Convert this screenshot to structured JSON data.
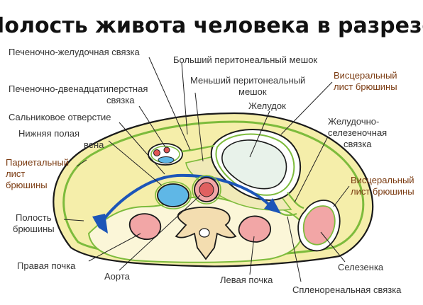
{
  "title": "Полость живота человека в разрезе",
  "colors": {
    "label": "#333333",
    "highlight": "#7a3a10",
    "outline": "#1a1a1a",
    "peritoneum": "#7dbb3c",
    "abdomen_fill": "#f5eeaa",
    "retro_fill": "#fbf6d8",
    "organ_pink": "#f2a6a6",
    "vessel_blue": "#5fb7e6",
    "stomach_fill": "#e8f2ea",
    "arrow_blue": "#1c55b8",
    "spine_fill": "#f3ddb0"
  },
  "labels": {
    "hepatogastric": "Печеночно-желудочная связка",
    "greater_sac": "Больший перитонеальный мешок",
    "hepatoduodenal_1": "Печеночно-двенадцатиперстная",
    "hepatoduodenal_2": "связка",
    "lesser_sac_1": "Меньший перитонеальный",
    "lesser_sac_2": "мешок",
    "visceral_top_1": "Висцеральный",
    "visceral_top_2": "лист брюшины",
    "stomach": "Желудок",
    "epiploic_foramen": "Сальниковое отверстие",
    "ivc_1": "Нижняя полая",
    "ivc_2": "вена",
    "gastrosplenic_1": "Желудочно-",
    "gastrosplenic_2": "селезеночная",
    "gastrosplenic_3": "связка",
    "parietal_1": "Париетальный",
    "parietal_2": "лист",
    "parietal_3": "брюшины",
    "visceral_right_1": "Висцеральный",
    "visceral_right_2": "лист брюшины",
    "cavity_1": "Полость",
    "cavity_2": "брюшины",
    "right_kidney": "Правая почка",
    "spleen": "Селезенка",
    "aorta": "Аорта",
    "left_kidney": "Левая почка",
    "splenorenal": "Спленоренальная связка"
  }
}
